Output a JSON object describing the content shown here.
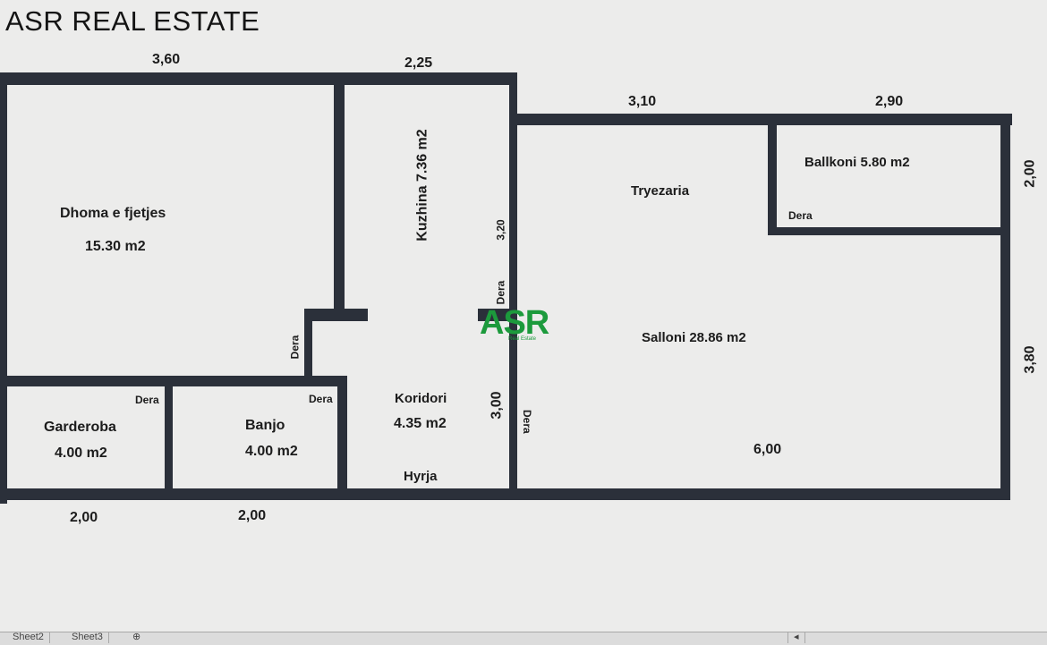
{
  "header": {
    "title": "ASR REAL ESTATE"
  },
  "logo": {
    "text": "ASR",
    "subtext": "Real Estate",
    "color": "#1c9a3c"
  },
  "rooms": [
    {
      "name": "Dhoma e fjetjes",
      "area": "15.30 m2"
    },
    {
      "name": "Kuzhina",
      "area": "7.36 m2",
      "label": "Kuzhina   7.36 m2"
    },
    {
      "name": "Tryezaria"
    },
    {
      "name": "Ballkoni",
      "area": "5.80 m2",
      "label": "Ballkoni 5.80 m2"
    },
    {
      "name": "Salloni",
      "area": "28.86 m2",
      "label": "Salloni 28.86 m2"
    },
    {
      "name": "Garderoba",
      "area": "4.00 m2"
    },
    {
      "name": "Banjo",
      "area": "4.00 m2"
    },
    {
      "name": "Koridori",
      "area": "4.35 m2"
    },
    {
      "name": "Hyrja"
    }
  ],
  "doors": {
    "label": "Dera"
  },
  "dimensions": {
    "top_bedroom": "3,60",
    "top_kitchen": "2,25",
    "top_dining": "3,10",
    "top_balcony": "2,90",
    "right_balcony": "2,00",
    "right_living": "3,80",
    "kitchen_inner": "3,20",
    "corridor_inner": "3,00",
    "living_inner": "6,00",
    "bottom_garderoba": "2,00",
    "bottom_banjo": "2,00"
  },
  "sheets": [
    "Sheet2",
    "Sheet3"
  ],
  "colors": {
    "wall": "#2b303a",
    "background": "#ececeb"
  }
}
